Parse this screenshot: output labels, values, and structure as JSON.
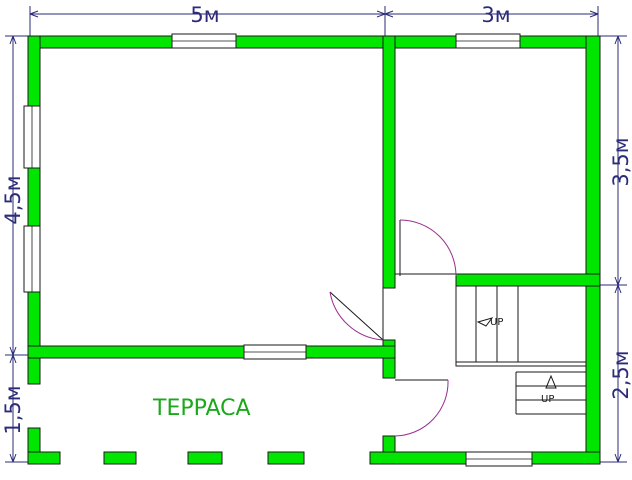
{
  "dimensions": {
    "top_left": "5м",
    "top_right": "3м",
    "left_upper": "4,5м",
    "left_lower": "1,5м",
    "right_upper": "3,5м",
    "right_lower": "2,5м"
  },
  "labels": {
    "terrace": "TEPPACA",
    "stairs_up_1": "UP",
    "stairs_up_2": "UP"
  },
  "colors": {
    "wall": "#00e600",
    "dimension": "#2b2b7a",
    "door_swing": "#9a2f8f",
    "terrace_label": "#1ca81c"
  }
}
